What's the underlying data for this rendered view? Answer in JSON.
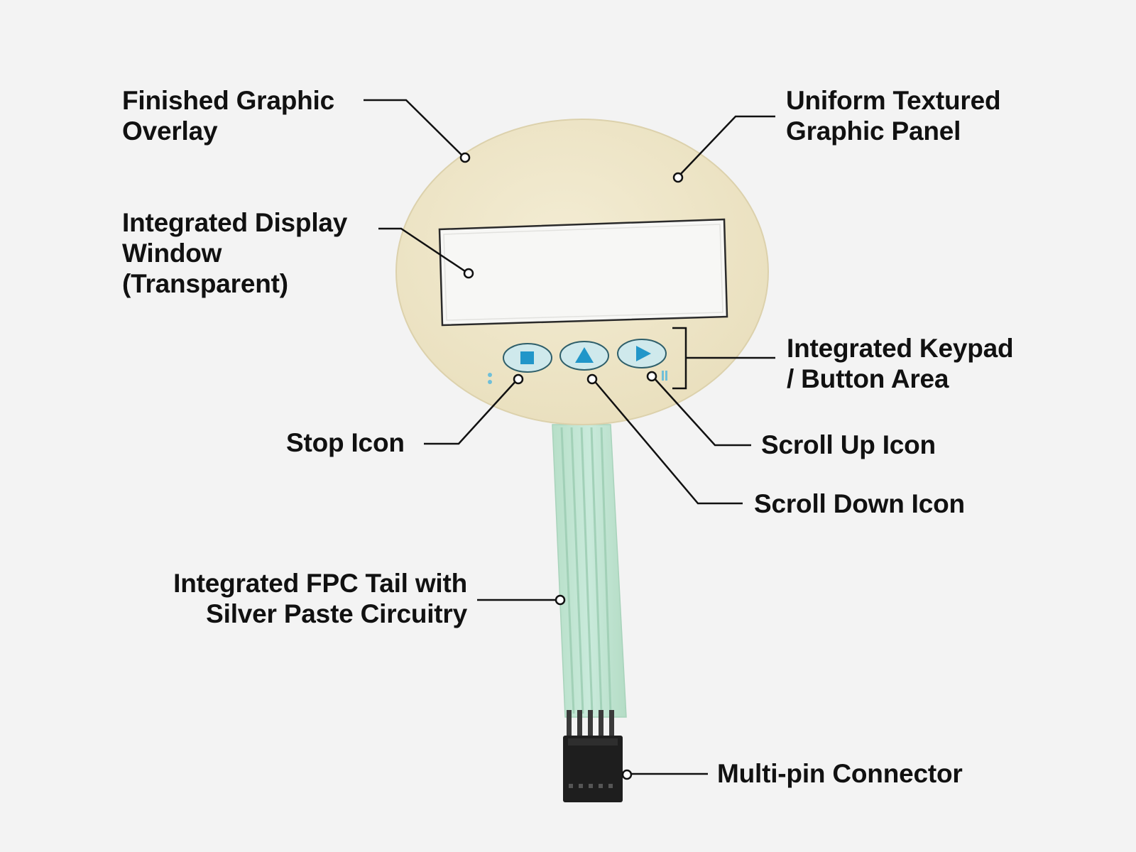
{
  "colors": {
    "background": "#f3f3f3",
    "overlay_fill": "#efe6c8",
    "overlay_edge": "#d9ceaa",
    "window_border": "#2a2a2a",
    "window_fill": "#f7f7f5",
    "button_fill": "#cfe9ec",
    "button_icon": "#2196c9",
    "tail_fill": "#bfe3cf",
    "tail_trace": "#a9d6bf",
    "connector": "#1e1e1e",
    "leader_line": "#111111",
    "text": "#111111"
  },
  "labels": {
    "finished_overlay": [
      "Finished Graphic",
      "Overlay"
    ],
    "textured_panel": [
      "Uniform Textured",
      "Graphic Panel"
    ],
    "display_window": [
      "Integrated Display",
      "Window",
      "(Transparent)"
    ],
    "keypad_area": [
      "Integrated Keypad",
      "/ Button Area"
    ],
    "stop_icon": [
      "Stop Icon"
    ],
    "scroll_up_icon": [
      "Scroll Up Icon"
    ],
    "scroll_down_icon": [
      "Scroll Down Icon"
    ],
    "fpc_tail": [
      "Integrated FPC Tail with",
      "Silver Paste Circuitry"
    ],
    "connector": [
      "Multi-pin Connector"
    ]
  },
  "icons": {
    "button_1": "stop-square-icon",
    "button_2": "triangle-up-icon",
    "button_3": "triangle-right-icon"
  }
}
